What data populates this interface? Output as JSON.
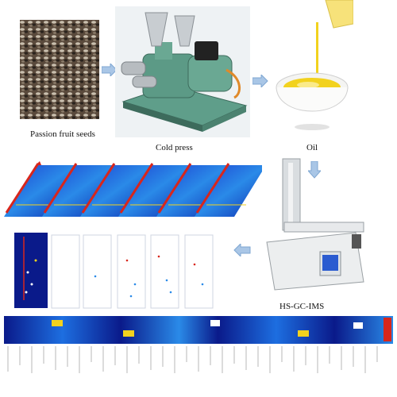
{
  "labels": {
    "seeds": "Passion fruit seeds",
    "press": "Cold press",
    "oil": "Oil",
    "instrument": "HS-GC-IMS"
  },
  "colors": {
    "arrow": "#a9c6e6",
    "arrow_stroke": "#7fa7d2",
    "heat_bg": "#0a1a8a",
    "ims_red": "#d8261c",
    "oil": "#f2d21e",
    "machine_green": "#5f9e8a"
  },
  "icons": [
    "seed-pile",
    "cold-press-machine",
    "oil-bowl",
    "gc-ims-instrument",
    "spectra-3d",
    "topographic-plots",
    "fingerprint-heatmap"
  ]
}
